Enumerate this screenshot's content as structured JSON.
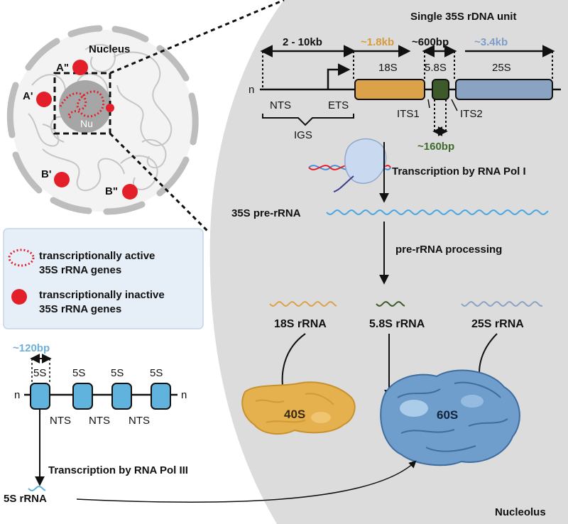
{
  "cell": {
    "nucleus_label": "Nucleus",
    "nucleolus_label": "Nu",
    "loci": [
      "A\"",
      "A'",
      "B'",
      "B\""
    ]
  },
  "legend": {
    "active_line1": "transcriptionally active",
    "active_line2": "35S rRNA genes",
    "inactive_line1": "transcriptionally inactive",
    "inactive_line2": "35S rRNA genes"
  },
  "colors": {
    "nucleolus_bg": "#dcdcdc",
    "legend_bg": "#e6eef7",
    "red_gene": "#e3202a",
    "rRNA_18S": "#dca24a",
    "rRNA_58S": "#3d5a2a",
    "rRNA_25S": "#8ba3c2",
    "rRNA_5S": "#5fb3dc",
    "rRNA_35S": "#4aa7e0",
    "label_18S_size": "#d69a3c",
    "label_58S_size": "#3e6a2c",
    "label_25S_size": "#7f9dc8",
    "label_5S_size": "#6fb0d8"
  },
  "rdna35": {
    "title": "Single 35S rDNA unit",
    "size_nts": "2 - 10kb",
    "size_18s": "~1.8kb",
    "size_its": "~600bp",
    "size_25s": "~3.4kb",
    "size_58s": "~160bp",
    "seg_18s": "18S",
    "seg_58s": "5.8S",
    "seg_25s": "25S",
    "n_left": "n",
    "nts": "NTS",
    "ets": "ETS",
    "its1": "ITS1",
    "its2": "ITS2",
    "igs": "IGS"
  },
  "flow": {
    "transcription_pol1": "Transcription by RNA Pol I",
    "pre_rrna": "35S pre-rRNA",
    "processing": "pre-rRNA processing",
    "r18": "18S rRNA",
    "r58": "5.8S rRNA",
    "r25": "25S rRNA",
    "sub40": "40S",
    "sub60": "60S",
    "nucleolus": "Nucleolus"
  },
  "rdna5": {
    "size": "~120bp",
    "gene_labels": [
      "5S",
      "5S",
      "5S",
      "5S"
    ],
    "nts_labels": [
      "NTS",
      "NTS",
      "NTS"
    ],
    "n_left": "n",
    "n_right": "n",
    "transcription_pol3": "Transcription by RNA Pol III",
    "r5": "5S rRNA"
  }
}
